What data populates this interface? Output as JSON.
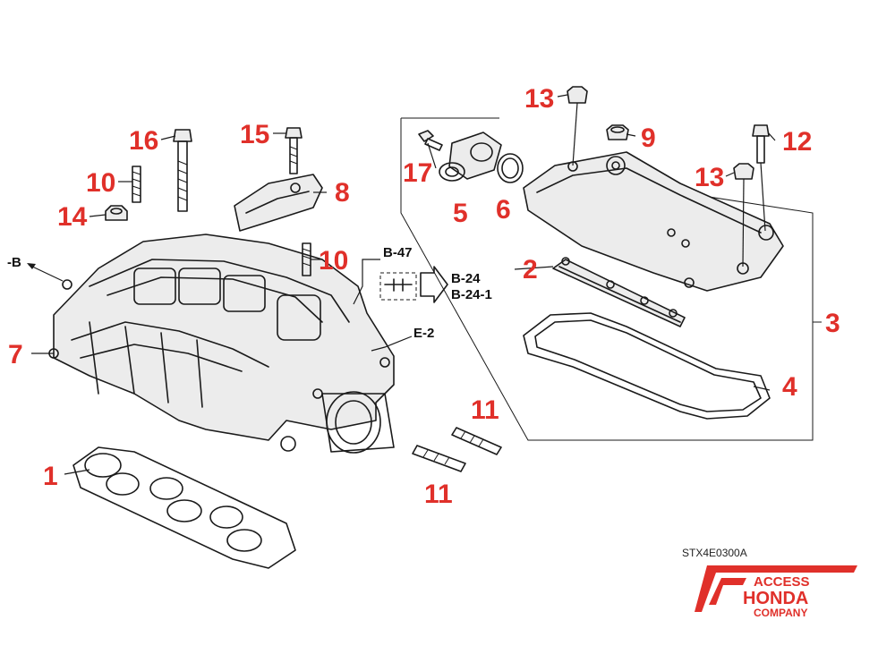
{
  "colors": {
    "callout": "#e0302a",
    "line": "#1a1a1a",
    "logo": "#e0302a"
  },
  "callouts": {
    "c1": "1",
    "c2": "2",
    "c3": "3",
    "c4": "4",
    "c5": "5",
    "c6": "6",
    "c7": "7",
    "c8": "8",
    "c9": "9",
    "c10a": "10",
    "c10b": "10",
    "c11a": "11",
    "c11b": "11",
    "c12": "12",
    "c13a": "13",
    "c13b": "13",
    "c14": "14",
    "c15": "15",
    "c16": "16",
    "c17": "17"
  },
  "references": {
    "b": "-B",
    "b47": "B-47",
    "b24": "B-24",
    "b241": "B-24-1",
    "e2": "E-2"
  },
  "diagram_code": "STX4E0300A",
  "logo": {
    "line1": "ACCESS",
    "line2": "HONDA",
    "line3": "COMPANY"
  }
}
